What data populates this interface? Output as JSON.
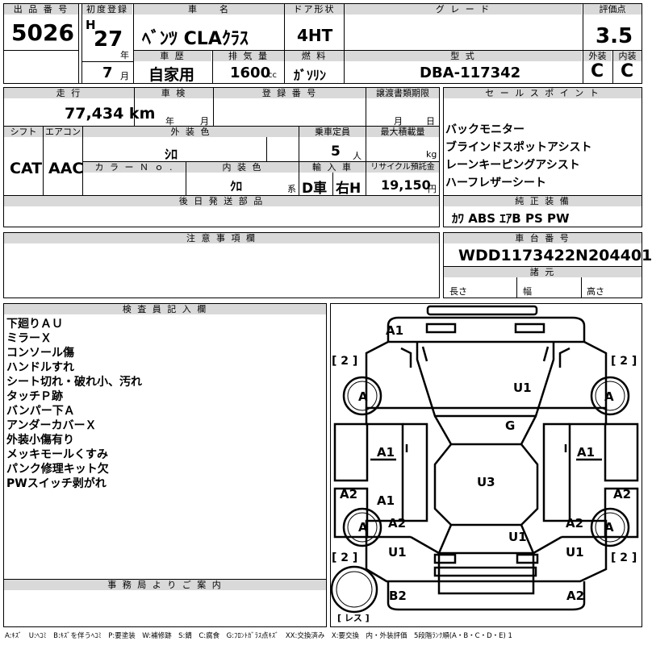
{
  "header": {
    "lot_label": "出 品 番 号",
    "lot_number": "5026",
    "first_reg_label": "初度登録",
    "era": "H",
    "year": "27",
    "year_unit": "年",
    "month": "7",
    "month_unit": "月",
    "car_name_label": "車　　名",
    "car_name": "ﾍﾞﾝﾂ CLAｸﾗｽ",
    "door_label": "ドア形状",
    "door": "4HT",
    "grade_label": "グ レ ー ド",
    "grade": "",
    "score_label": "評価点",
    "score": "3.5",
    "history_label": "車 歴",
    "history": "自家用",
    "displacement_label": "排 気 量",
    "displacement": "1600",
    "displacement_unit": "cc",
    "fuel_label": "燃 料",
    "fuel": "ｶﾞｿﾘﾝ",
    "model_label": "型 式",
    "model": "DBA-117342",
    "exterior_label": "外装",
    "exterior": "C",
    "interior_label": "内装",
    "interior": "C"
  },
  "row2": {
    "mileage_label": "走 行",
    "mileage": "77,434 km",
    "inspection_label": "車 検",
    "year_unit": "年",
    "month_unit": "月",
    "reg_no_label": "登 録 番 号",
    "transfer_label": "譲渡書類期限",
    "transfer_month": "月",
    "transfer_day": "日",
    "shift_label": "シフト",
    "shift": "CAT",
    "ac_label": "エアコン",
    "ac": "AAC",
    "color_label": "外 装 色",
    "color": "ｼﾛ",
    "capacity_label": "乗車定員",
    "capacity": "5",
    "capacity_unit": "人",
    "load_label": "最大積載量",
    "load_unit": "kg",
    "color_no_label": "カ ラ ー Ｎ ｏ .",
    "interior_color_label": "内 装 色",
    "interior_color": "ｸﾛ",
    "interior_color_suffix": "系",
    "import_label": "輸 入 車",
    "import_type": "D車",
    "steering": "右H",
    "recycle_label": "リサイクル預託金",
    "recycle": "19,150",
    "recycle_unit": "円",
    "later_parts_label": "後 日 発 送 部 品"
  },
  "sales_points": {
    "label": "セ ー ル ス ポ イ ン ト",
    "items": [
      "バックモニター",
      "ブラインドスポットアシスト",
      "レーンキーピングアシスト",
      "ハーフレザーシート"
    ],
    "equipment_label": "純 正 装 備",
    "equipment": "ｶﾜ ABS ｴｱB PS PW"
  },
  "caution": {
    "label": "注 意 事 項 欄"
  },
  "chassis": {
    "label": "車 台 番 号",
    "number": "WDD1173422N204401",
    "specs_label": "諸 元",
    "length": "長さ",
    "width": "幅",
    "height": "高さ"
  },
  "inspector": {
    "label": "検 査 員 記 入 欄",
    "notes": [
      "下廻りＡＵ",
      "ミラーＸ",
      "コンソール傷",
      "ハンドルすれ",
      "シート切れ・破れ小、汚れ",
      "タッチＰ跡",
      "バンパー下Ａ",
      "アンダーカバーＸ",
      "外装小傷有り",
      "メッキモールくすみ",
      "パンク修理キット欠",
      "PWスイッチ剥がれ"
    ]
  },
  "office": {
    "label": "事 務 局 よ り ご 案 内"
  },
  "diagram": {
    "marks": {
      "front_bumper": "A1",
      "hood": "U1",
      "windshield": "G",
      "roof": "U3",
      "trunk": "U1",
      "left_front_wheel": "A",
      "right_front_wheel": "A",
      "left_rear_wheel": "A",
      "right_rear_wheel": "A",
      "left_front_door": "A1",
      "left_rear_door": "A1",
      "right_front_door": "A1",
      "left_rocker": "A2",
      "right_rocker": "A2",
      "left_quarter": "A2",
      "right_quarter": "A2",
      "left_rear_corner": "U1",
      "right_rear_corner": "U1",
      "rear_bumper_left": "B2",
      "rear_bumper_right": "A2"
    },
    "tire_count_fl": "[ 2 ]",
    "tire_count_fr": "[ 2 ]",
    "tire_count_rl": "[ 2 ]",
    "tire_count_rr": "[ 2 ]",
    "spare_label": "[ レス ]"
  },
  "legend": "A:ｷｽﾞ　U:ﾍｺﾐ　B:ｷｽﾞを伴うﾍｺﾐ　P:要塗装　W:補修跡　S:錆　C:腐食　G:ﾌﾛﾝﾄｶﾞﾗｽ点ｷｽﾞ　XX:交換済み　X:要交換　内・外装評価　5段階ﾗﾝｸ順(A・B・C・D・E) 1"
}
